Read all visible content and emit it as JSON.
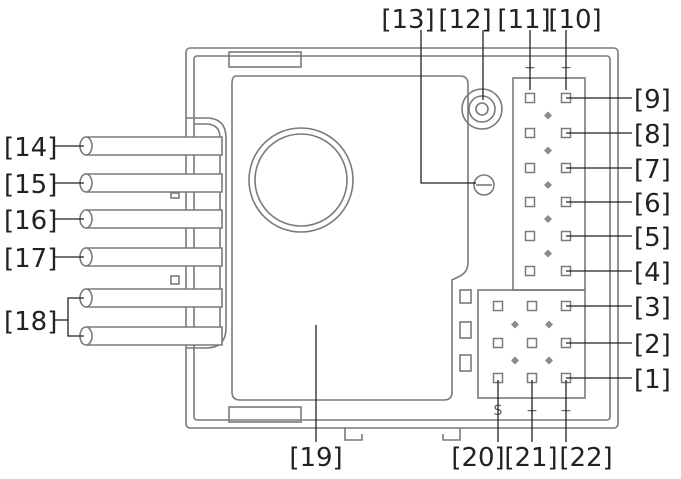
{
  "colors": {
    "outline": "#7a7a7a",
    "fill": "#ffffff",
    "leader": "#222222",
    "label": "#222222"
  },
  "labels": {
    "l1": "[1]",
    "l2": "[2]",
    "l3": "[3]",
    "l4": "[4]",
    "l5": "[5]",
    "l6": "[6]",
    "l7": "[7]",
    "l8": "[8]",
    "l9": "[9]",
    "l10": "[10]",
    "l11": "[11]",
    "l12": "[12]",
    "l13": "[13]",
    "l14": "[14]",
    "l15": "[15]",
    "l16": "[16]",
    "l17": "[17]",
    "l18": "[18]",
    "l19": "[19]",
    "l20": "[20]",
    "l21": "[21]",
    "l22": "[22]"
  },
  "terminal_marks": {
    "top_plus": "+",
    "top_minus": "−",
    "bottom_s": "S",
    "bottom_plus": "+",
    "bottom_minus": "−"
  }
}
